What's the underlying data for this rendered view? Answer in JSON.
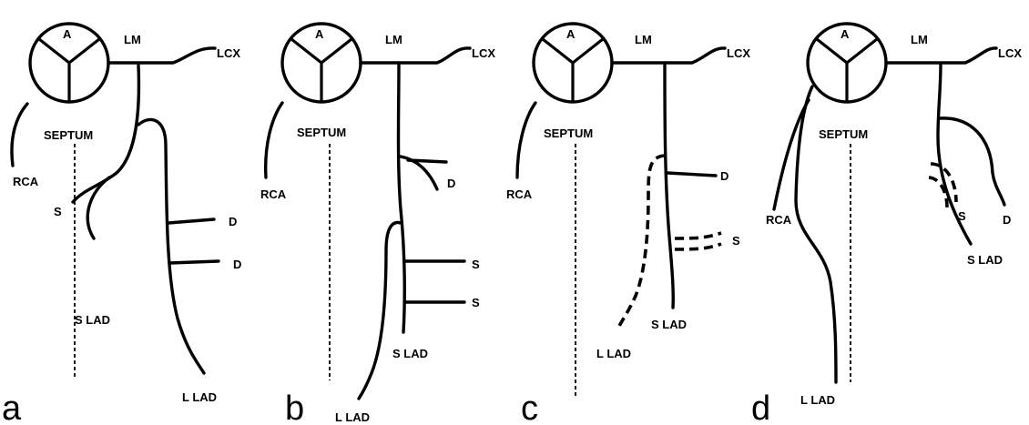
{
  "labels": {
    "aorta": "A",
    "left_main": "LM",
    "lcx": "LCX",
    "rca": "RCA",
    "septum": "SEPTUM",
    "septal": "S",
    "diagonal": "D",
    "s_lad": "S LAD",
    "l_lad": "L LAD"
  },
  "panels": [
    {
      "letter": "a"
    },
    {
      "letter": "b"
    },
    {
      "letter": "c"
    },
    {
      "letter": "d"
    }
  ]
}
